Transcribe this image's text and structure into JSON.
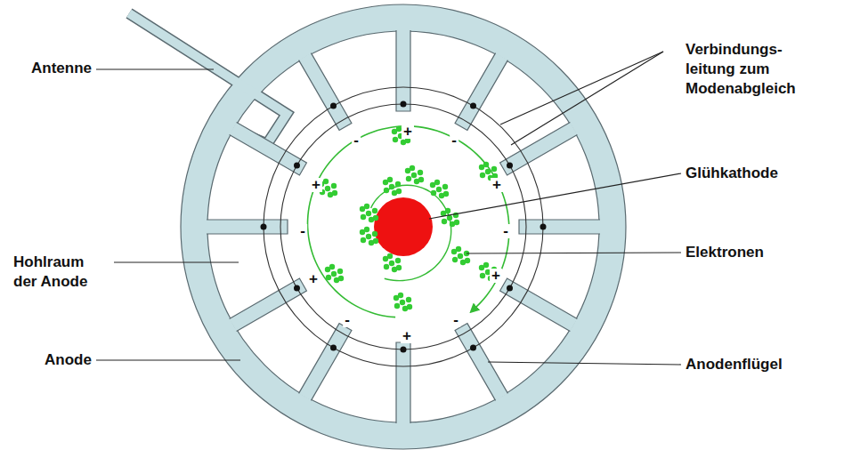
{
  "diagram": {
    "labels": [
      "Antenne",
      "Verbindungs- leitung zum Modenabgleich",
      "Glühkathode",
      "Elektronen",
      "Hohlraum der Anode",
      "Anode",
      "Anodenflügel",
      "+",
      "-",
      "-",
      "+",
      "+",
      "-",
      "-",
      "+",
      "+",
      "-",
      "-",
      "+"
    ]
  }
}
